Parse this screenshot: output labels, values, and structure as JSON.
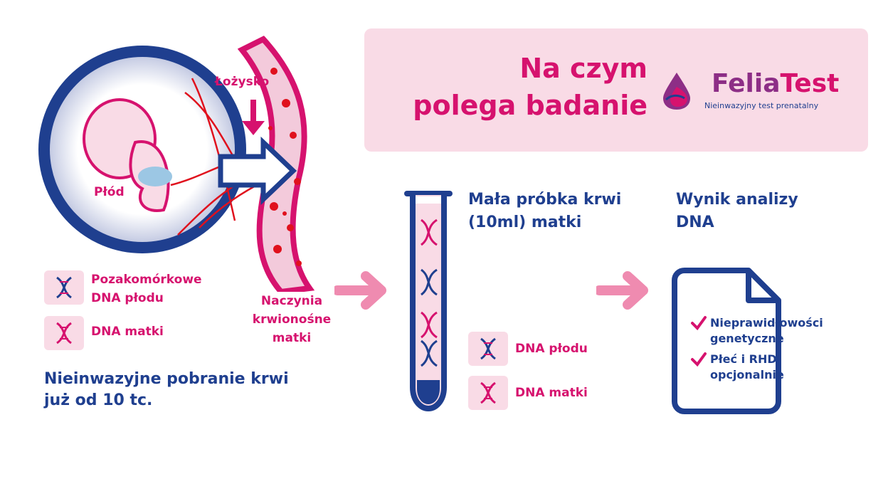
{
  "header": {
    "title_line1": "Na czym",
    "title_line2": "polega badanie",
    "brand_part1": "Felia",
    "brand_part2": "Test",
    "brand_subtitle": "Nieinwazyjny test prenatalny"
  },
  "placenta_label": "Łożysko",
  "fetus_label": "Płód",
  "vessels_label": [
    "Naczynia",
    "krwionośne",
    "matki"
  ],
  "legend_left": [
    {
      "line1": "Pozakomórkowe",
      "line2": "DNA płodu",
      "icon": "dna-icon-blue"
    },
    {
      "line1": "DNA matki",
      "line2": "",
      "icon": "dna-icon-pink"
    }
  ],
  "bottom_caption": [
    "Nieinwazyjne pobranie krwi",
    "już od 10 tc."
  ],
  "sample_title": [
    "Mała próbka krwi",
    "(10ml) matki"
  ],
  "legend_middle": [
    {
      "label": "DNA płodu",
      "icon": "dna-icon-blue"
    },
    {
      "label": "DNA matki",
      "icon": "dna-icon-pink"
    }
  ],
  "result_title": [
    "Wynik analizy",
    "DNA"
  ],
  "result_items": [
    {
      "line1": "Nieprawidłowości",
      "line2": "genetyczne"
    },
    {
      "line1": "Płeć i RHD",
      "line2": "opcjonalnie"
    }
  ],
  "colors": {
    "pink": "#d6126e",
    "navy": "#1f3f8f",
    "light_pink": "#f9dbe6",
    "arrow_pink": "#ef8bb0",
    "red": "#e0111d"
  }
}
